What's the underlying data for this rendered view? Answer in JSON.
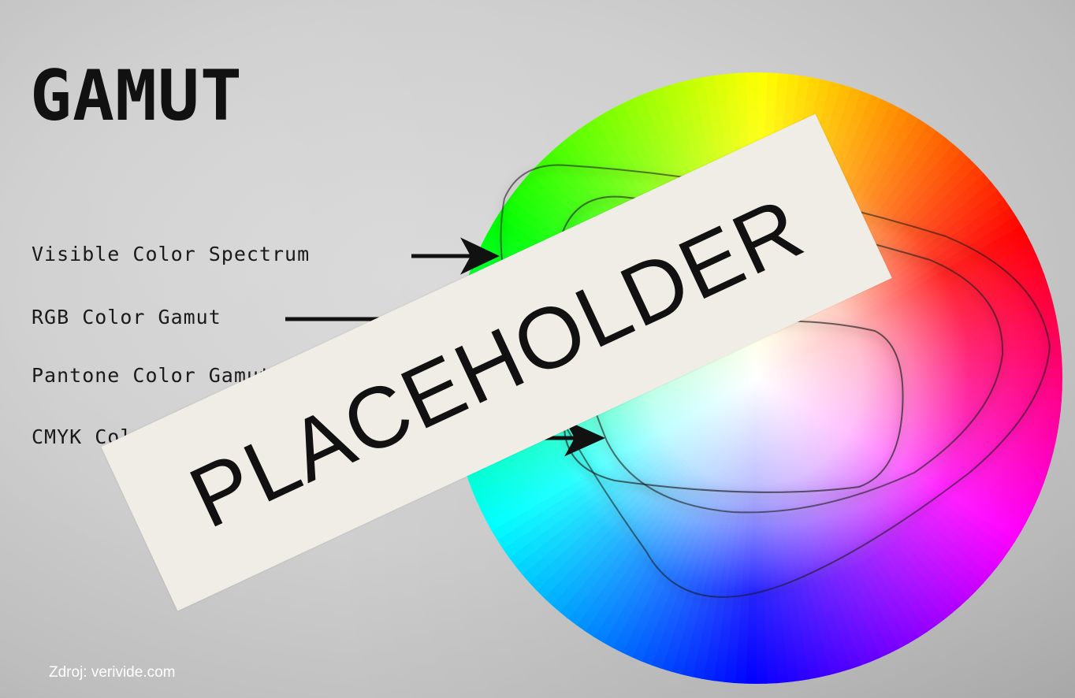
{
  "title": "GAMUT",
  "labels": [
    "Visible Color Spectrum",
    "RGB Color Gamut",
    "Pantone Color Gamut",
    "CMYK Color Gamut"
  ],
  "overlay_text": "PLACEHOLDER",
  "source": "Zdroj: verivide.com",
  "icons": [
    "arrow-icon"
  ],
  "colors": {
    "background": "#cfcfcf",
    "text": "#111111",
    "overlay_band": "#efede5",
    "source_text": "#ffffff"
  }
}
